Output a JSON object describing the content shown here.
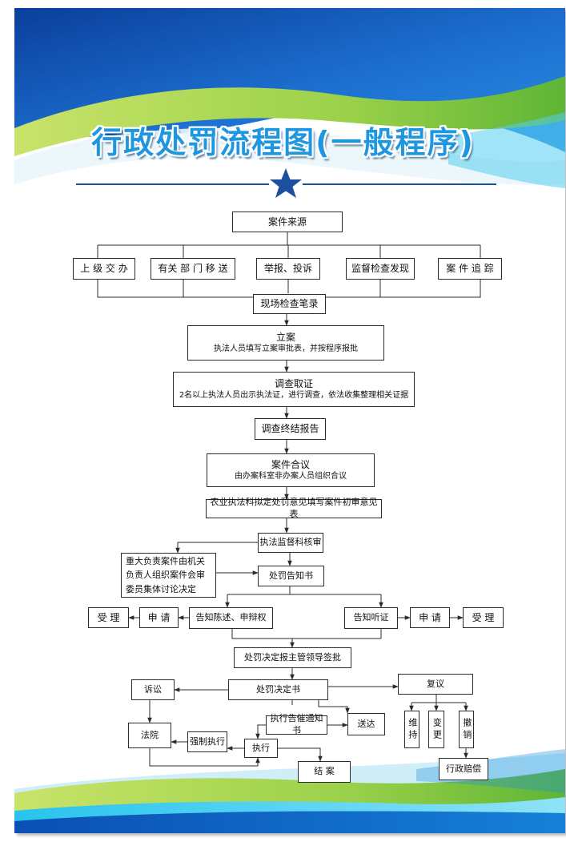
{
  "title": "行政处罚流程图(一般程序)",
  "nodes": {
    "source": "案件来源",
    "superior": "上 级 交 办",
    "transfer": "有关 部 门 移 送",
    "report": "举报、投诉",
    "inspection": "监督检查发现",
    "tracking": "案 件 追 踪",
    "onsite_record": "现场检查笔录",
    "filing": "立案",
    "filing_note": "执法人员填写立案审批表，并按程序报批",
    "investigation": "调查取证",
    "investigation_note": "2名以上执法人员出示执法证，进行调查，依法收集整理相关证据",
    "final_report": "调查终结报告",
    "case_review": "案件合议",
    "case_review_note": "由办案科室非办案人员组织合议",
    "initial_opinion": "农业执法科拟定处罚意见填写案件初审意见表",
    "supervision_review": "执法监督科核审",
    "major_case": "重大负责案件由机关负责人组织案件会审委员集体讨论决定",
    "penalty_notice": "处罚告知书",
    "notify_defense": "告知陈述、申辩权",
    "apply_left": "申 请",
    "accept_left": "受 理",
    "notify_hearing": "告知听证",
    "apply_right": "申 请",
    "accept_right": "受 理",
    "leader_approval": "处罚决定报主管领导签批",
    "decision": "处罚决定书",
    "lawsuit": "诉讼",
    "reconsideration": "复议",
    "uphold": "维持",
    "change": "变更",
    "revoke": "撤销",
    "compensation": "行政赔偿",
    "court": "法院",
    "forced_execution": "强制执行",
    "enforcement_notice": "执行告催通知书",
    "delivery": "送达",
    "execution": "执行",
    "closing": "结  案"
  },
  "colors": {
    "title": "#1f97e0",
    "star": "#1d4f9f",
    "wave_blue": "#1a64c8",
    "wave_green": "#7cc43a",
    "line": "#2b2b2b"
  }
}
